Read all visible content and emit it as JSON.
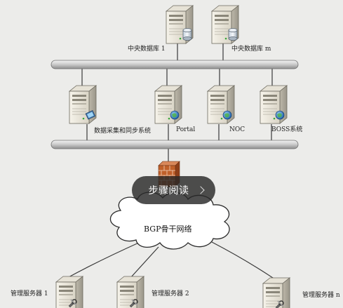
{
  "labels": {
    "db1": "中央数据库 1",
    "dbm": "中央数据库 m",
    "collector": "数据采集和同步系统",
    "portal": "Portal",
    "noc": "NOC",
    "boss": "BOSS系统",
    "cloud": "BGP骨干网络",
    "mgmt1": "管理服务器 1",
    "mgmt2": "管理服务器 2",
    "mgmtn": "管理服务器 n"
  },
  "steps_button": {
    "label": "步骤阅读"
  },
  "colors": {
    "background": "#ececea",
    "bus": "#d8d8d8",
    "firewall": "#c0602a",
    "lightning": "#f2d21a"
  },
  "icons": {
    "server": "server-icon",
    "database": "database-icon",
    "firewall": "firewall-icon",
    "cloud": "cloud-icon",
    "lightning": "lightning-icon",
    "chevron": "chevron-right-icon"
  }
}
